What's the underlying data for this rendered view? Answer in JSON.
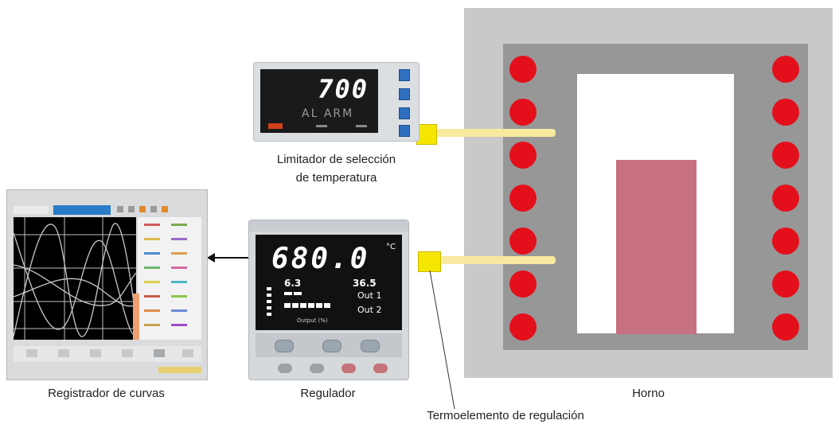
{
  "labels": {
    "limiter_line1": "Limitador de selección",
    "limiter_line2": "de temperatura",
    "recorder": "Registrador de curvas",
    "regulator": "Regulador",
    "oven": "Horno",
    "thermocouple": "Termoelemento de regulación"
  },
  "limiter_display": {
    "value": "700",
    "status": "AL ARM"
  },
  "regulator_display": {
    "main_value": "680.0",
    "unit": "°C",
    "left_value": "6.3",
    "right_value": "36.5",
    "out1": "Out 1",
    "out2": "Out 2",
    "output_label": "Output (%)"
  },
  "colors": {
    "oven_outer": "#c9c9c9",
    "oven_wall": "#979797",
    "oven_chamber": "#ffffff",
    "workpiece": "#c7707f",
    "heater": "#e3101c",
    "thermocouple_head": "#f5e600",
    "thermocouple_rod": "#f7e9a0"
  }
}
